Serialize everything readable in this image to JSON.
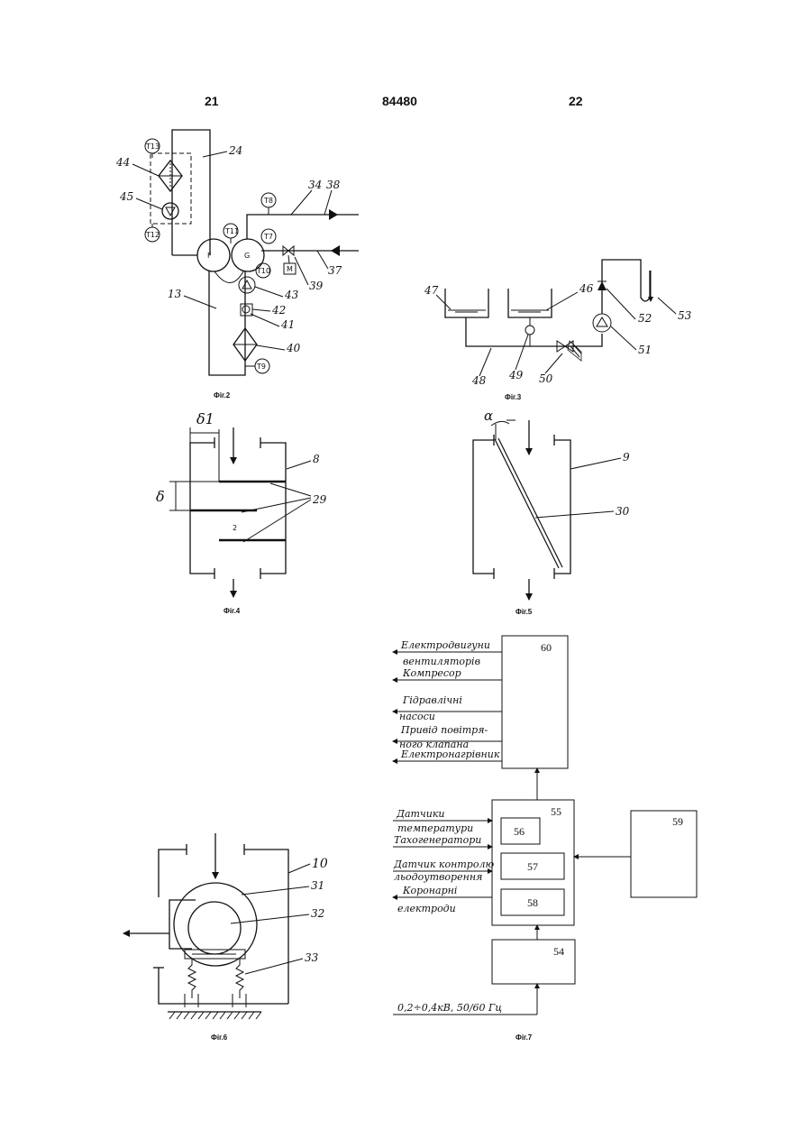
{
  "header": {
    "left_page": "21",
    "patent_number": "84480",
    "right_page": "22"
  },
  "fig2": {
    "caption": "Фіг.2",
    "labels": [
      "44",
      "45",
      "24",
      "34",
      "38",
      "13",
      "43",
      "42",
      "41",
      "40",
      "39",
      "37"
    ],
    "sensors": [
      "T13",
      "T12",
      "T11",
      "T8",
      "T7",
      "T10",
      "T9"
    ],
    "motor": "M"
  },
  "fig3": {
    "caption": "Фіг.3",
    "labels": [
      "47",
      "46",
      "48",
      "49",
      "50",
      "51",
      "52",
      "53"
    ]
  },
  "fig4": {
    "caption": "Фіг.4",
    "labels": [
      "δ1",
      "δ",
      "8",
      "29",
      "2"
    ]
  },
  "fig5": {
    "caption": "Фіг.5",
    "labels": [
      "α",
      "9",
      "30"
    ]
  },
  "fig6": {
    "caption": "Фіг.6",
    "labels": [
      "10",
      "31",
      "32",
      "33"
    ]
  },
  "fig7": {
    "caption": "Фіг.7",
    "blocks": {
      "b60": "60",
      "b55": "55",
      "b56": "56",
      "b57": "57",
      "b58": "58",
      "b59": "59",
      "b54": "54"
    },
    "outputs": [
      "Електродвигуни",
      "вентиляторів",
      "Компресор",
      "Гідравлічні",
      "насоси",
      "Привід повітря-",
      "ного клапана",
      "Електронагрівник"
    ],
    "inputs": [
      "Датчики",
      "температури",
      "Тахогенератори",
      "Датчик контролю",
      "льодоутворення",
      "Коронарні",
      "електроди"
    ],
    "power": "0,2÷0,4кВ, 50/60 Гц"
  }
}
